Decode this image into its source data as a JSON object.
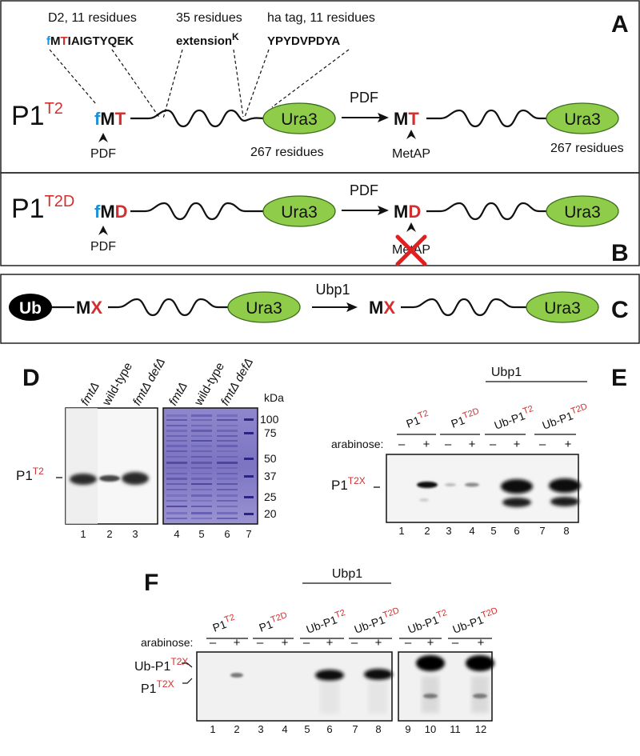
{
  "panels": {
    "A": {
      "letter": "A",
      "construct_prefix": "P1",
      "construct_sup": "T2",
      "annot_d2": "D2, 11 residues",
      "annot_35": "35 residues",
      "annot_ha": "ha tag, 11 residues",
      "seq_f": "f",
      "seq_m": "M",
      "seq_t": "T",
      "seq_rest": "IAIGTYQEK",
      "seq_ext": "extension",
      "seq_k": "K",
      "seq_ha": "YPYDVPDYA",
      "n_f": "f",
      "n_m": "M",
      "n_t": "T",
      "ura3": "Ura3",
      "pdf_label": "PDF",
      "arrow_label": "PDF",
      "residues_1": "267 residues",
      "p_m": "M",
      "p_t": "T",
      "metap_label": "MetAP",
      "residues_2": "267 residues"
    },
    "B": {
      "letter": "B",
      "construct_prefix": "P1",
      "construct_sup": "T2D",
      "n_f": "f",
      "n_m": "M",
      "n_d": "D",
      "ura3": "Ura3",
      "pdf_label": "PDF",
      "arrow_label": "PDF",
      "p_m": "M",
      "p_d": "D",
      "metap_label": "MetAP"
    },
    "C": {
      "letter": "C",
      "ub": "Ub",
      "n_m": "M",
      "n_x": "X",
      "ura3": "Ura3",
      "arrow_label": "Ubp1",
      "p_m": "M",
      "p_x": "X"
    },
    "D": {
      "letter": "D",
      "lanes_wb": [
        "fmtΔ",
        "wild-type",
        "fmtΔ defΔ"
      ],
      "lanes_stain": [
        "fmtΔ",
        "wild-type",
        "fmtΔ defΔ"
      ],
      "band_label_prefix": "P1",
      "band_label_sup": "T2",
      "kda_title": "kDa",
      "kda_marks": [
        "100",
        "75",
        "50",
        "37",
        "25",
        "20"
      ],
      "lane_numbers": [
        "1",
        "2",
        "3",
        "4",
        "5",
        "6",
        "7"
      ]
    },
    "E": {
      "letter": "E",
      "ubp1": "Ubp1",
      "groups": [
        {
          "prefix": "P1",
          "sup": "T2"
        },
        {
          "prefix": "P1",
          "sup": "T2D"
        },
        {
          "prefix": "Ub-P1",
          "sup": "T2"
        },
        {
          "prefix": "Ub-P1",
          "sup": "T2D"
        }
      ],
      "arabinose": "arabinose:",
      "signs": [
        "–",
        "+",
        "–",
        "+",
        "–",
        "+",
        "–",
        "+"
      ],
      "band_prefix": "P1",
      "band_sup": "T2X",
      "lane_numbers": [
        "1",
        "2",
        "3",
        "4",
        "5",
        "6",
        "7",
        "8"
      ]
    },
    "F": {
      "letter": "F",
      "ubp1": "Ubp1",
      "groups": [
        {
          "prefix": "P1",
          "sup": "T2"
        },
        {
          "prefix": "P1",
          "sup": "T2D"
        },
        {
          "prefix": "Ub-P1",
          "sup": "T2"
        },
        {
          "prefix": "Ub-P1",
          "sup": "T2D"
        },
        {
          "prefix": "Ub-P1",
          "sup": "T2"
        },
        {
          "prefix": "Ub-P1",
          "sup": "T2D"
        }
      ],
      "arabinose": "arabinose:",
      "signs": [
        "–",
        "+",
        "–",
        "+",
        "–",
        "+",
        "–",
        "+",
        "–",
        "+",
        "–",
        "+"
      ],
      "band1_prefix": "Ub-P1",
      "band1_sup": "T2X",
      "band2_prefix": "P1",
      "band2_sup": "T2X",
      "lane_numbers": [
        "1",
        "2",
        "3",
        "4",
        "5",
        "6",
        "7",
        "8",
        "9",
        "10",
        "11",
        "12"
      ]
    }
  },
  "colors": {
    "red": "#d32f2f",
    "blue": "#1e90d8",
    "ura3_fill": "#8fcc4a",
    "gel_stain": "#7e74c4"
  }
}
